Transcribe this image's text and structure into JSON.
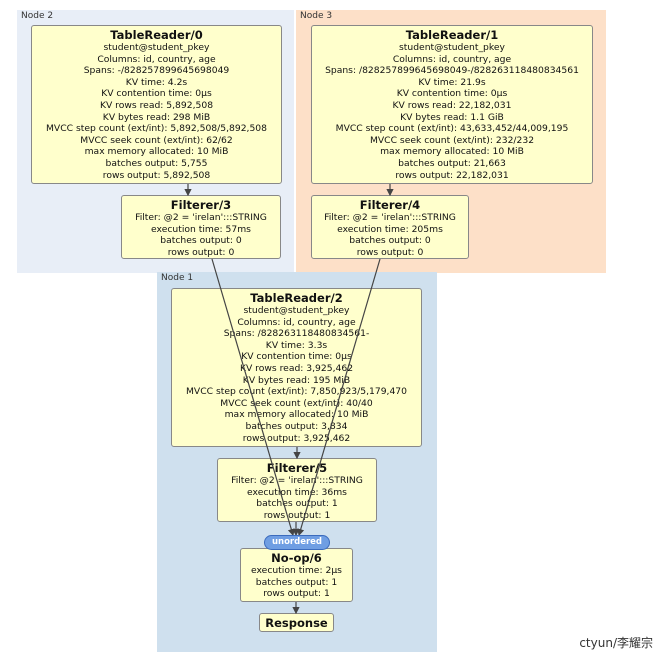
{
  "regions": {
    "node2": "Node 2",
    "node3": "Node 3",
    "node1": "Node 1"
  },
  "boxes": {
    "tr0": {
      "title": "TableReader/0",
      "lines": [
        "student@student_pkey",
        "Columns: id, country, age",
        "Spans: -/828257899645698049",
        "KV time: 4.2s",
        "KV contention time: 0µs",
        "KV rows read: 5,892,508",
        "KV bytes read: 298 MiB",
        "MVCC step count (ext/int): 5,892,508/5,892,508",
        "MVCC seek count (ext/int): 62/62",
        "max memory allocated: 10 MiB",
        "batches output: 5,755",
        "rows output: 5,892,508"
      ]
    },
    "tr1": {
      "title": "TableReader/1",
      "lines": [
        "student@student_pkey",
        "Columns: id, country, age",
        "Spans: /828257899645698049-/828263118480834561",
        "KV time: 21.9s",
        "KV contention time: 0µs",
        "KV rows read: 22,182,031",
        "KV bytes read: 1.1 GiB",
        "MVCC step count (ext/int): 43,633,452/44,009,195",
        "MVCC seek count (ext/int): 232/232",
        "max memory allocated: 10 MiB",
        "batches output: 21,663",
        "rows output: 22,182,031"
      ]
    },
    "f3": {
      "title": "Filterer/3",
      "lines": [
        "Filter: @2 = 'irelan':::STRING",
        "execution time: 57ms",
        "batches output: 0",
        "rows output: 0"
      ]
    },
    "f4": {
      "title": "Filterer/4",
      "lines": [
        "Filter: @2 = 'irelan':::STRING",
        "execution time: 205ms",
        "batches output: 0",
        "rows output: 0"
      ]
    },
    "tr2": {
      "title": "TableReader/2",
      "lines": [
        "student@student_pkey",
        "Columns: id, country, age",
        "Spans: /828263118480834561-",
        "KV time: 3.3s",
        "KV contention time: 0µs",
        "KV rows read: 3,925,462",
        "KV bytes read: 195 MiB",
        "MVCC step count (ext/int): 7,850,923/5,179,470",
        "MVCC seek count (ext/int): 40/40",
        "max memory allocated: 10 MiB",
        "batches output: 3,834",
        "rows output: 3,925,462"
      ]
    },
    "f5": {
      "title": "Filterer/5",
      "lines": [
        "Filter: @2 = 'irelan':::STRING",
        "execution time: 36ms",
        "batches output: 1",
        "rows output: 1"
      ]
    },
    "noop": {
      "title": "No-op/6",
      "lines": [
        "execution time: 2µs",
        "batches output: 1",
        "rows output: 1"
      ]
    },
    "response": {
      "title": "Response"
    }
  },
  "unordered_label": "unordered",
  "watermark": "ctyun/李耀宗",
  "colors": {
    "node2_bg": "#e8eef7",
    "node3_bg": "#fde0c8",
    "node1_bg": "#cfe0ee",
    "box_bg": "#ffffcc",
    "pill_bg": "#6f9ee3"
  }
}
